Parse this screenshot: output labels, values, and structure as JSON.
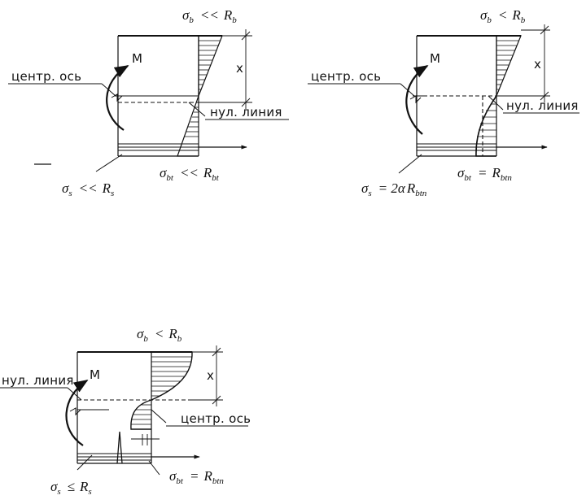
{
  "diagrams": [
    {
      "moment": "M",
      "axis_label": "центр. ось",
      "neutral_label": "нул. линия",
      "depth_label": "x",
      "top_stress": {
        "s": "σ",
        "sub": "b",
        "rel": "<<",
        "R": "R",
        "rsub": "b"
      },
      "tension_stress": {
        "s": "σ",
        "sub": "bt",
        "rel": "<<",
        "R": "R",
        "rsub": "bt"
      },
      "steel_stress": {
        "s": "σ",
        "sub": "s",
        "rel": "<<",
        "R": "R",
        "rsub": "s"
      }
    },
    {
      "moment": "M",
      "axis_label": "центр. ось",
      "neutral_label": "нул. линия",
      "depth_label": "x",
      "top_stress": {
        "s": "σ",
        "sub": "b",
        "rel": "<",
        "R": "R",
        "rsub": "b"
      },
      "tension_stress": {
        "s": "σ",
        "sub": "bt",
        "rel": "=",
        "R": "R",
        "rsub": "btn"
      },
      "steel_stress": {
        "s": "σ",
        "sub": "s",
        "rel": "= 2α",
        "R": "R",
        "rsub": "btn"
      }
    },
    {
      "moment": "M",
      "axis_label": "центр. ось",
      "neutral_label": "нул. линия",
      "depth_label": "x",
      "top_stress": {
        "s": "σ",
        "sub": "b",
        "rel": "<",
        "R": "R",
        "rsub": "b"
      },
      "tension_stress": {
        "s": "σ",
        "sub": "bt",
        "rel": "=",
        "R": "R",
        "rsub": "btn"
      },
      "steel_stress": {
        "s": "σ",
        "sub": "s",
        "rel": "≤",
        "R": "R",
        "rsub": "s"
      }
    }
  ]
}
